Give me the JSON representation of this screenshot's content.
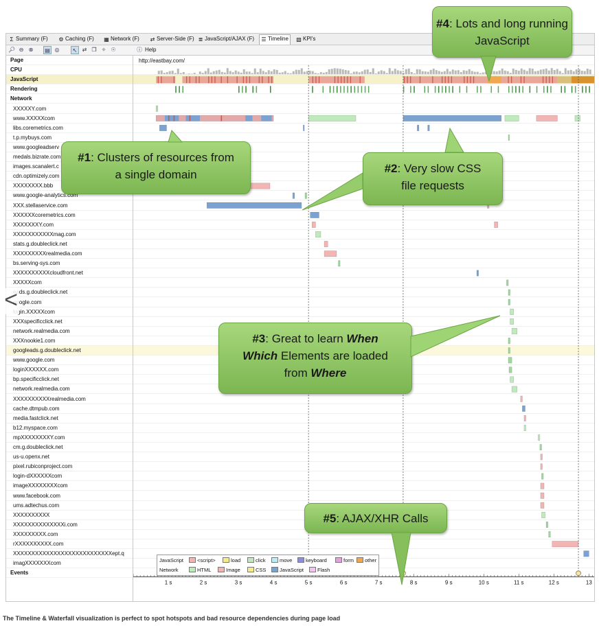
{
  "tabs": [
    {
      "label": "Summary (F)",
      "icon": "sigma-icon"
    },
    {
      "label": "Caching (F)",
      "icon": "caching-icon"
    },
    {
      "label": "Network (F)",
      "icon": "network-icon"
    },
    {
      "label": "Server-Side (F)",
      "icon": "server-side-icon"
    },
    {
      "label": "JavaScript/AJAX (F)",
      "icon": "javascript-icon"
    },
    {
      "label": "Timeline",
      "icon": "timeline-icon",
      "active": true
    },
    {
      "label": "KPI's",
      "icon": "kpi-icon"
    }
  ],
  "toolbar": {
    "help_label": "Help"
  },
  "rows": {
    "page": {
      "label": "Page",
      "url": "http://eastbay.com/"
    },
    "cpu": "CPU",
    "javascript": "JavaScript",
    "rendering": "Rendering",
    "network": "Network",
    "events": "Events",
    "domains": [
      "XXXXXY.com",
      "www.XXXXXcom",
      "libs.coremetrics.com",
      "t.p.mybuys.com",
      "www.googleadserv",
      "medals.bizrate.com",
      "images.scanalert.c",
      "cdn.optimizely.com",
      "XXXXXXXX.bbb",
      "www.google-analytics.com",
      "XXX.stellaservice.com",
      "XXXXXXcoremetrics.com",
      "XXXXXXXY.com",
      "XXXXXXXXXXXmag.com",
      "stats.g.doubleclick.net",
      "XXXXXXXXXrealmedia.com",
      "bs.serving-sys.com",
      "XXXXXXXXXXcloudfront.net",
      "XXXXXcom",
      "eads.g.doubleclick.net",
      "google.com",
      "login.XXXXXcom",
      "XXXspecificclick.net",
      "network.realmedia.com",
      "XXXnookie1.com",
      "googleads.g.doubleclick.net",
      "www.google.com",
      "loginXXXXXX.com",
      "bp.specificclick.net",
      "network.realmedia.com",
      "XXXXXXXXXXrealmedia.com",
      "cache.dtmpub.com",
      "media.fastclick.net",
      "b12.myspace.com",
      "mpXXXXXXXXY.com",
      "cm.g.doubleclick.net",
      "us-u.openx.net",
      "pixel.rubiconproject.com",
      "login-dXXXXXXcom",
      "imageXXXXXXXXcom",
      "www.facebook.com",
      "ums.adtechus.com",
      "XXXXXXXXXX",
      "XXXXXXXXXXXXXXi.com",
      "XXXXXXXXX.com",
      "rXXXXXXXXXX.com",
      "XXXXXXXXXXXXXXXXXXXXXXXXXXXept.q",
      "imagXXXXXXXcom"
    ],
    "domain_bars": [
      [
        [
          0.65,
          0.7,
          "#b6e3b0"
        ]
      ],
      [
        [
          0.65,
          4,
          "#e3a8a8"
        ],
        [
          5,
          6.35,
          "#bfeabc"
        ],
        [
          7.7,
          10.5,
          "#7ba2d0"
        ],
        [
          10.6,
          11,
          "#bfeabc"
        ],
        [
          11.5,
          12.1,
          "#f3b4b4"
        ],
        [
          12.6,
          12.75,
          "#bfeabc"
        ]
      ],
      [
        [
          0.75,
          0.95,
          "#7ba2d0"
        ],
        [
          4.85,
          4.88,
          "#7ba2d0"
        ],
        [
          8.1,
          8.15,
          "#7ba2d0"
        ],
        [
          8.4,
          8.45,
          "#7ba2d0"
        ]
      ],
      [
        [
          10.7,
          10.73,
          "#a0d8a0"
        ]
      ],
      [],
      [],
      [],
      [
        [
          10.2,
          10.25,
          "#a0d8a0"
        ]
      ],
      [
        [
          3.3,
          3.9,
          "#f3b4b4"
        ]
      ],
      [
        [
          4.55,
          4.6,
          "#7ba2d0"
        ],
        [
          4.9,
          4.95,
          "#a0d8a0"
        ]
      ],
      [
        [
          2.1,
          4.8,
          "#7ba2d0"
        ],
        [
          10.1,
          10.15,
          "#f3b4b4"
        ]
      ],
      [
        [
          5.05,
          5.3,
          "#7ba2d0"
        ]
      ],
      [
        [
          5.1,
          5.2,
          "#f3b4b4"
        ],
        [
          10.3,
          10.4,
          "#f3b4b4"
        ]
      ],
      [
        [
          5.2,
          5.35,
          "#bfeabc"
        ]
      ],
      [
        [
          5.45,
          5.55,
          "#f3b4b4"
        ]
      ],
      [
        [
          5.45,
          5.8,
          "#f3b4b4"
        ]
      ],
      [
        [
          5.85,
          5.9,
          "#a0d8a0"
        ]
      ],
      [
        [
          9.8,
          9.85,
          "#7ba2d0"
        ]
      ],
      [
        [
          10.65,
          10.7,
          "#a0d8a0"
        ]
      ],
      [
        [
          10.7,
          10.75,
          "#a0d8a0"
        ]
      ],
      [
        [
          10.7,
          10.75,
          "#a0d8a0"
        ]
      ],
      [
        [
          10.75,
          10.85,
          "#bfeabc"
        ]
      ],
      [
        [
          10.75,
          10.85,
          "#bfeabc"
        ]
      ],
      [
        [
          10.8,
          10.95,
          "#bfeabc"
        ]
      ],
      [
        [
          10.7,
          10.75,
          "#a0d8a0"
        ]
      ],
      [
        [
          10.7,
          10.75,
          "#a0d8a0"
        ]
      ],
      [
        [
          10.7,
          10.8,
          "#a0d8a0"
        ]
      ],
      [
        [
          10.72,
          10.8,
          "#a0d8a0"
        ]
      ],
      [
        [
          10.75,
          10.85,
          "#bfeabc"
        ]
      ],
      [
        [
          10.8,
          10.95,
          "#bfeabc"
        ]
      ],
      [
        [
          11.05,
          11.1,
          "#f3b4b4"
        ]
      ],
      [
        [
          11.1,
          11.18,
          "#7ba2d0"
        ]
      ],
      [
        [
          11.15,
          11.2,
          "#f3b4b4"
        ]
      ],
      [
        [
          11.15,
          11.2,
          "#bfeabc"
        ]
      ],
      [
        [
          11.55,
          11.6,
          "#bfeabc"
        ]
      ],
      [
        [
          11.6,
          11.65,
          "#a0d8a0"
        ]
      ],
      [
        [
          11.62,
          11.67,
          "#f3b4b4"
        ]
      ],
      [
        [
          11.62,
          11.67,
          "#f3b4b4"
        ]
      ],
      [
        [
          11.65,
          11.7,
          "#a0d8a0"
        ]
      ],
      [
        [
          11.62,
          11.72,
          "#f3b4b4"
        ]
      ],
      [
        [
          11.62,
          11.72,
          "#f3b4b4"
        ]
      ],
      [
        [
          11.62,
          11.72,
          "#f3b4b4"
        ]
      ],
      [
        [
          11.65,
          11.75,
          "#bfeabc"
        ]
      ],
      [
        [
          11.78,
          11.83,
          "#a0d8a0"
        ]
      ],
      [
        [
          11.85,
          11.9,
          "#a0d8a0"
        ]
      ],
      [
        [
          11.95,
          12.7,
          "#f3b4b4"
        ]
      ],
      [
        [
          12.85,
          13,
          "#7ba2d0"
        ]
      ],
      []
    ]
  },
  "axis": {
    "ticks": [
      "1 s",
      "2 s",
      "3 s",
      "4 s",
      "5 s",
      "6 s",
      "7 s",
      "8 s",
      "9 s",
      "10 s",
      "11 s",
      "12 s",
      "13"
    ],
    "max_seconds": 13.15
  },
  "markers": [
    5.0,
    7.7,
    12.7
  ],
  "legend": {
    "row1_title": "JavaScript",
    "row1": [
      {
        "label": "<script>",
        "color": "#f3b4b4"
      },
      {
        "label": "load",
        "color": "#f7ea8a"
      },
      {
        "label": "click",
        "color": "#bfeabc"
      },
      {
        "label": "move",
        "color": "#b8eef4"
      },
      {
        "label": "keyboard",
        "color": "#8b8ee0"
      },
      {
        "label": "form",
        "color": "#e6a0e0"
      },
      {
        "label": "other",
        "color": "#f0a850"
      }
    ],
    "row2_title": "Network",
    "row2": [
      {
        "label": "HTML",
        "color": "#bfeabc"
      },
      {
        "label": "Image",
        "color": "#f3b4b4"
      },
      {
        "label": "CSS",
        "color": "#f7ea8a"
      },
      {
        "label": "JavaScript",
        "color": "#7ba2d0"
      },
      {
        "label": "Flash",
        "color": "#f3c4f0"
      }
    ]
  },
  "callouts": {
    "c1": {
      "num": "#1",
      "text": "Clusters of resources from a single domain"
    },
    "c2": {
      "num": "#2",
      "text": "Very slow CSS file requests"
    },
    "c3_num": "#3",
    "c3_a": "Great to learn ",
    "c3_b": "When Which",
    "c3_c": " Elements are loaded from ",
    "c3_d": "Where",
    "c4": {
      "num": "#4",
      "text": "Lots and long running JavaScript"
    },
    "c5": {
      "num": "#5",
      "text": "AJAX/XHR Calls"
    }
  },
  "caption": "The Timeline & Waterfall visualization is perfect to spot hotspots and bad resource dependencies during page load",
  "nav_back": "<"
}
